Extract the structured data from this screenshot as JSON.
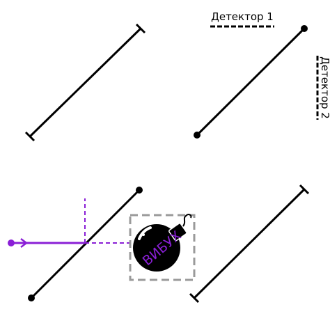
{
  "detectors": {
    "detector_1": {
      "label": "Детектор 1"
    },
    "detector_2": {
      "label": "Детектор 2"
    }
  },
  "bomb": {
    "label": "ВИБУХ"
  },
  "colors": {
    "line": "#000000",
    "photon": "#8a1fd6",
    "bomb_frame": "#9a9a9a",
    "bomb_body": "#000000"
  },
  "icons": [
    "bomb-icon",
    "photon-arrow-icon"
  ]
}
